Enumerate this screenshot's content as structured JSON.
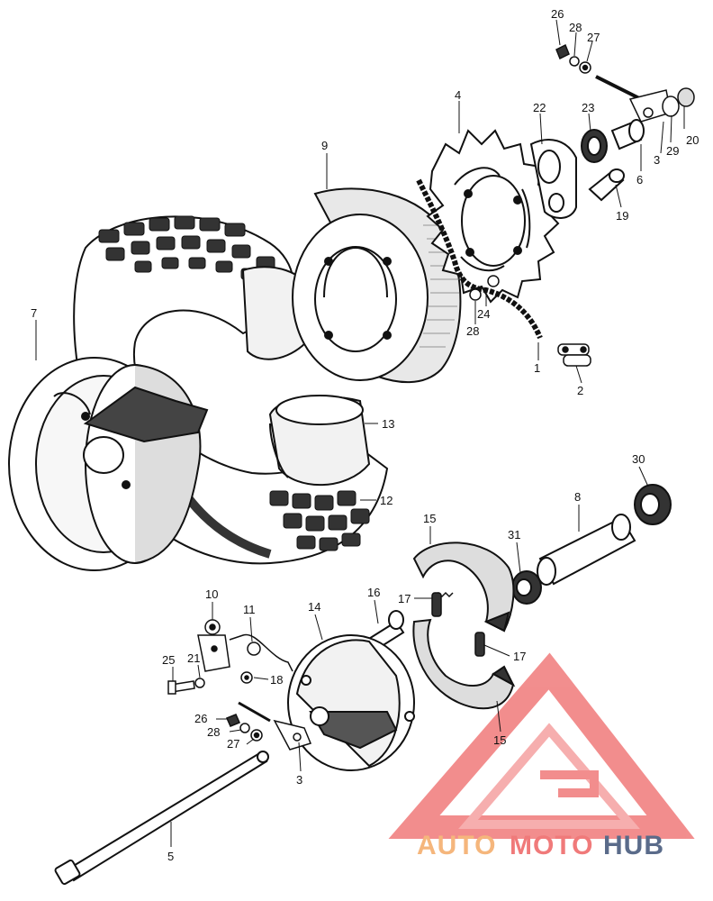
{
  "callouts": {
    "c1": "1",
    "c2": "2",
    "c3a": "3",
    "c3b": "3",
    "c4": "4",
    "c5": "5",
    "c6": "6",
    "c7": "7",
    "c8": "8",
    "c9": "9",
    "c10": "10",
    "c11": "11",
    "c12": "12",
    "c13": "13",
    "c14": "14",
    "c15a": "15",
    "c15b": "15",
    "c16": "16",
    "c17a": "17",
    "c17b": "17",
    "c18": "18",
    "c19": "19",
    "c20": "20",
    "c21": "21",
    "c22": "22",
    "c23": "23",
    "c24": "24",
    "c25": "25",
    "c26a": "26",
    "c26b": "26",
    "c27a": "27",
    "c27b": "27",
    "c28a": "28",
    "c28b": "28",
    "c28c": "28",
    "c29": "29",
    "c30": "30",
    "c31": "31"
  },
  "watermark": {
    "part1": "AUTO",
    "part2": "MOTO",
    "part3": "HUB",
    "color_auto": "#f5b67c",
    "color_moto": "#f07a7a",
    "color_hub": "#5a6b8a"
  },
  "line_color": "#111111"
}
